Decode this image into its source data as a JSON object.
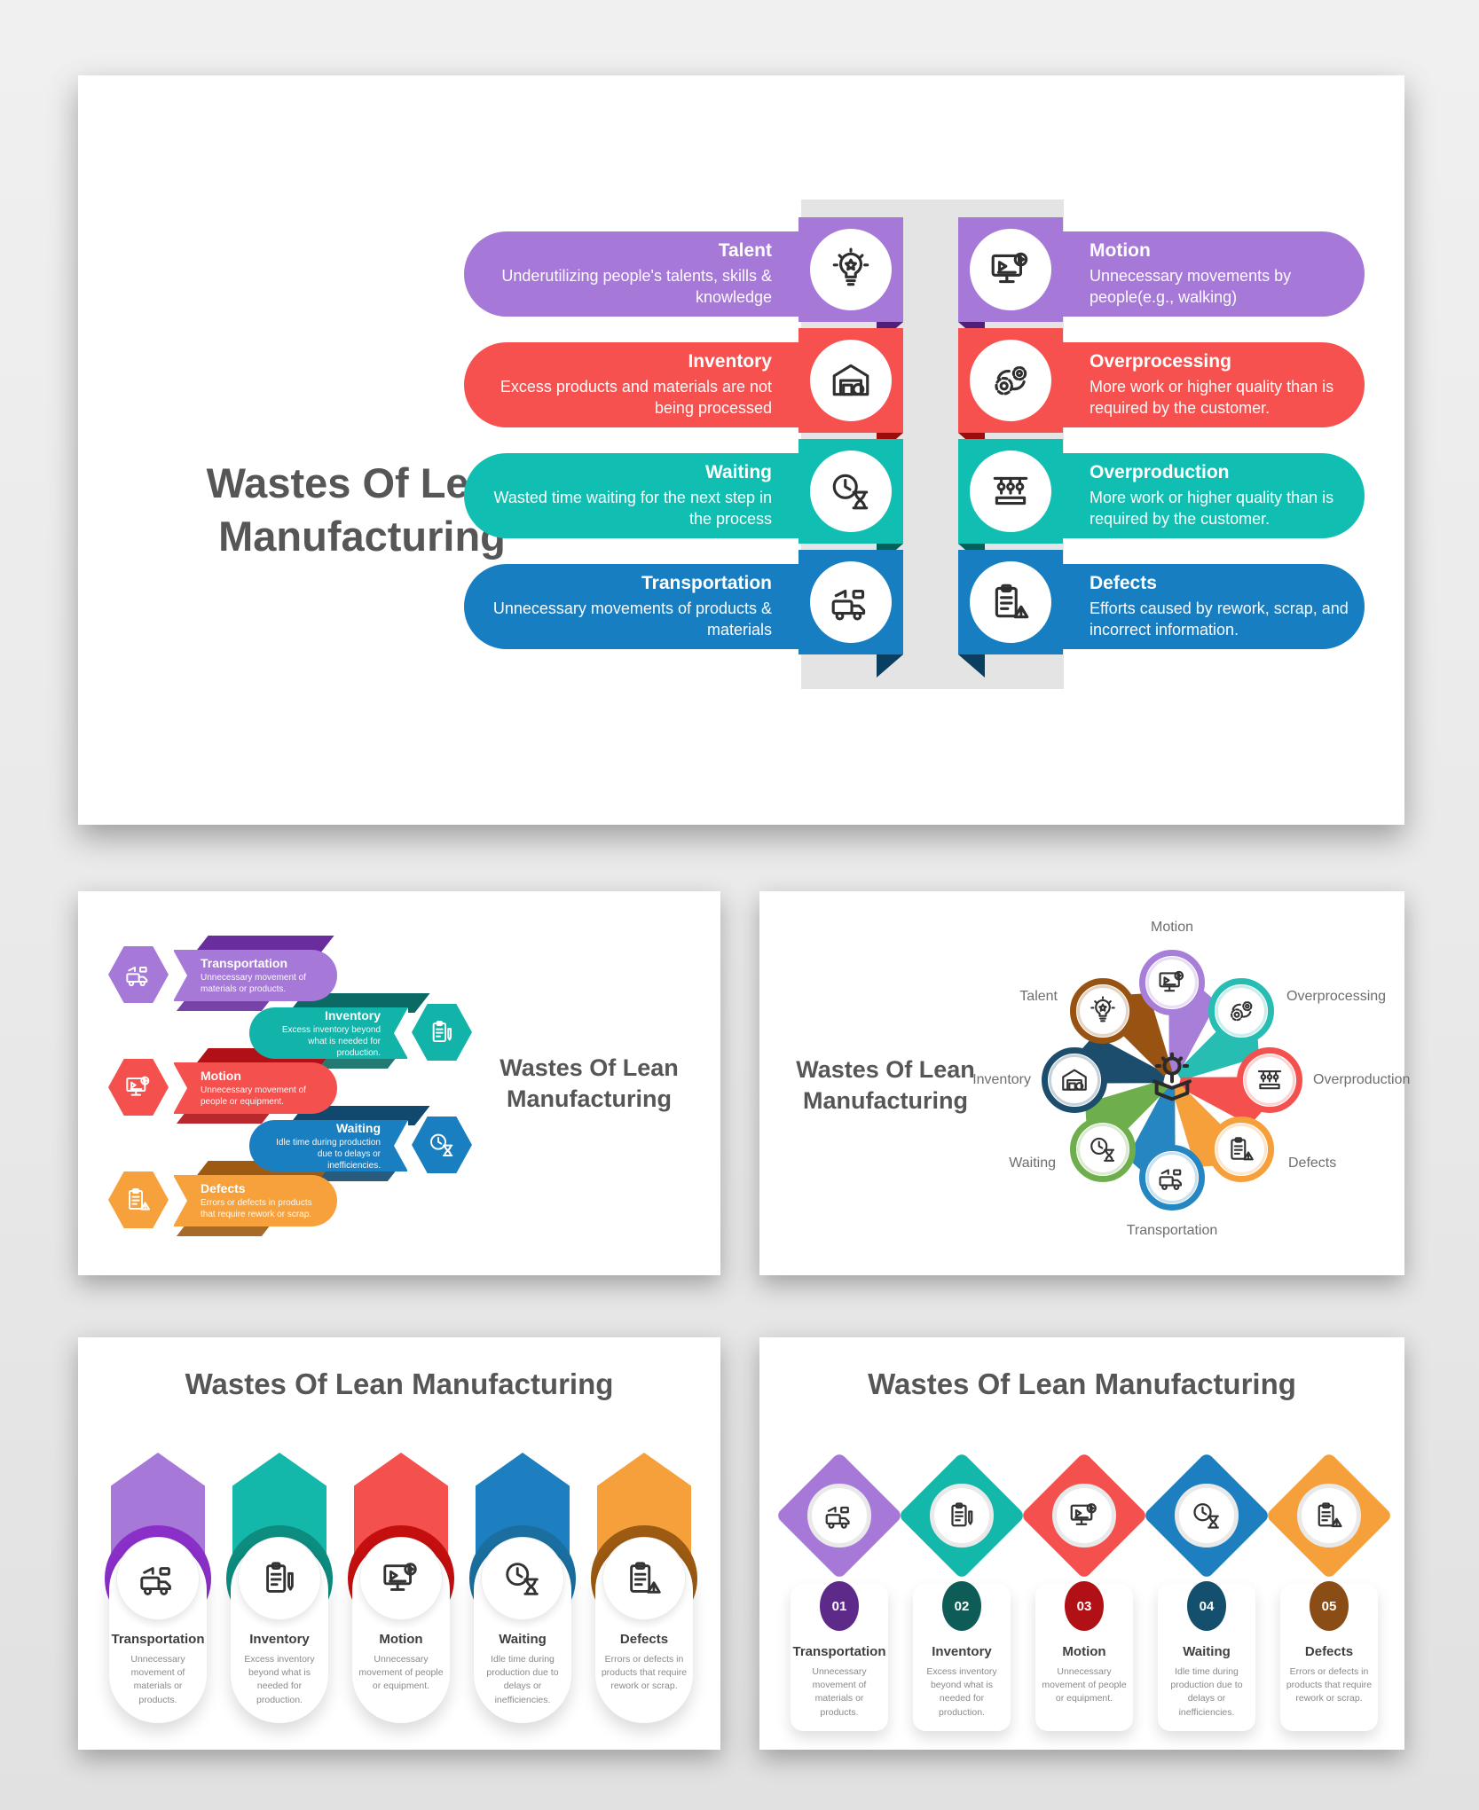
{
  "palette": {
    "title_gray": "#565656",
    "petal_label_gray": "#6e6e6e",
    "desc_gray": "#8a8a8a",
    "band_gray": "#e4e4e4"
  },
  "slide1": {
    "title": "Wastes Of Lean Manufacturing",
    "left_items": [
      {
        "label": "Talent",
        "desc": "Underutilizing people's talents, skills & knowledge",
        "icon": "talent-bulb-icon",
        "color": "#a678d8",
        "dark": "#4f1f7a"
      },
      {
        "label": "Inventory",
        "desc": "Excess products and materials are not being processed",
        "icon": "warehouse-icon",
        "color": "#f6514f",
        "dark": "#9e0b0b"
      },
      {
        "label": "Waiting",
        "desc": "Wasted time waiting for the next step in the process",
        "icon": "clock-hourglass-icon",
        "color": "#10bfb2",
        "dark": "#056158"
      },
      {
        "label": "Transportation",
        "desc": "Unnecessary movements of products & materials",
        "icon": "truck-icon",
        "color": "#177fc1",
        "dark": "#0a3f61"
      }
    ],
    "right_items": [
      {
        "label": "Motion",
        "desc": "Unnecessary movements by people(e.g.,  walking)",
        "icon": "monitor-motion-icon",
        "color": "#a678d8",
        "dark": "#4f1f7a"
      },
      {
        "label": "Overprocessing",
        "desc": "More work or higher quality than is required by the customer.",
        "icon": "gears-icon",
        "color": "#f6514f",
        "dark": "#9e0b0b"
      },
      {
        "label": "Overproduction",
        "desc": "More work or higher quality than is required by the customer.",
        "icon": "assembly-line-icon",
        "color": "#10bfb2",
        "dark": "#056158"
      },
      {
        "label": "Defects",
        "desc": "Efforts caused by rework, scrap, and incorrect information.",
        "icon": "clipboard-warning-icon",
        "color": "#177fc1",
        "dark": "#0a3f61"
      }
    ]
  },
  "slide2": {
    "title": "Wastes Of Lean Manufacturing",
    "items": [
      {
        "label": "Transportation",
        "desc": "Unnecessary movement of materials or products.",
        "side": "left",
        "icon": "truck-icon",
        "color": "#a678d8",
        "dark": "#6a2d9e"
      },
      {
        "label": "Inventory",
        "desc": "Excess inventory beyond what is needed for production.",
        "side": "right",
        "icon": "clipboard-pen-icon",
        "color": "#12b3a8",
        "dark": "#0b6b64"
      },
      {
        "label": "Motion",
        "desc": "Unnecessary movement of people or equipment.",
        "side": "left",
        "icon": "monitor-motion-icon",
        "color": "#f4504e",
        "dark": "#b11116"
      },
      {
        "label": "Waiting",
        "desc": "Idle time during production due to delays or inefficiencies.",
        "side": "right",
        "icon": "clock-hourglass-icon",
        "color": "#1a7fc1",
        "dark": "#11496e"
      },
      {
        "label": "Defects",
        "desc": "Errors or defects in products that require rework or scrap.",
        "side": "left",
        "icon": "clipboard-warning-icon",
        "color": "#f6a13c",
        "dark": "#9c5a12"
      }
    ]
  },
  "slide3": {
    "title": "Wastes Of Lean Manufacturing",
    "center_icon": "idea-box-icon",
    "petals": [
      {
        "label": "Motion",
        "icon": "monitor-motion-icon",
        "color": "#a87fd8"
      },
      {
        "label": "Overprocessing",
        "icon": "gears-icon",
        "color": "#28bdb2"
      },
      {
        "label": "Overproduction",
        "icon": "assembly-line-icon",
        "color": "#f4504e"
      },
      {
        "label": "Defects",
        "icon": "clipboard-warning-icon",
        "color": "#f5a03a"
      },
      {
        "label": "Transportation",
        "icon": "truck-icon",
        "color": "#2586c2"
      },
      {
        "label": "Waiting",
        "icon": "clock-hourglass-icon",
        "color": "#6fae4d"
      },
      {
        "label": "Inventory",
        "icon": "warehouse-icon",
        "color": "#1d4d6d"
      },
      {
        "label": "Talent",
        "icon": "talent-bulb-icon",
        "color": "#985312"
      }
    ]
  },
  "slide4": {
    "title": "Wastes Of Lean Manufacturing",
    "items": [
      {
        "label": "Transportation",
        "desc": "Unnecessary movement of materials or products.",
        "icon": "truck-icon",
        "color": "#a678d8",
        "dark": "#8b2fc9"
      },
      {
        "label": "Inventory",
        "desc": "Excess inventory beyond what is needed for production.",
        "icon": "clipboard-pen-icon",
        "color": "#14b8aa",
        "dark": "#0d8c80"
      },
      {
        "label": "Motion",
        "desc": "Unnecessary movement of people or equipment.",
        "icon": "monitor-motion-icon",
        "color": "#f4504e",
        "dark": "#c40f0f"
      },
      {
        "label": "Waiting",
        "desc": "Idle time during production due to delays or inefficiencies.",
        "icon": "clock-hourglass-icon",
        "color": "#1d7fc0",
        "dark": "#1a6fa0"
      },
      {
        "label": "Defects",
        "desc": "Errors or defects in products that require rework or scrap.",
        "icon": "clipboard-warning-icon",
        "color": "#f5a03a",
        "dark": "#9c5a12"
      }
    ]
  },
  "slide5": {
    "title": "Wastes Of Lean Manufacturing",
    "items": [
      {
        "number": "01",
        "label": "Transportation",
        "desc": "Unnecessary movement of materials or products.",
        "icon": "truck-icon",
        "color": "#a678d8",
        "dark": "#5e2a8a"
      },
      {
        "number": "02",
        "label": "Inventory",
        "desc": "Excess inventory beyond what is needed for production.",
        "icon": "clipboard-pen-icon",
        "color": "#14b8aa",
        "dark": "#0d5c57"
      },
      {
        "number": "03",
        "label": "Motion",
        "desc": "Unnecessary movement of people or equipment.",
        "icon": "monitor-motion-icon",
        "color": "#f4504e",
        "dark": "#b11116"
      },
      {
        "number": "04",
        "label": "Waiting",
        "desc": "Idle time during production due to delays or inefficiencies.",
        "icon": "clock-hourglass-icon",
        "color": "#1d7fc0",
        "dark": "#154f6e"
      },
      {
        "number": "05",
        "label": "Defects",
        "desc": "Errors or defects in products that require rework or scrap.",
        "icon": "clipboard-warning-icon",
        "color": "#f5a03a",
        "dark": "#8a4d15"
      }
    ]
  }
}
